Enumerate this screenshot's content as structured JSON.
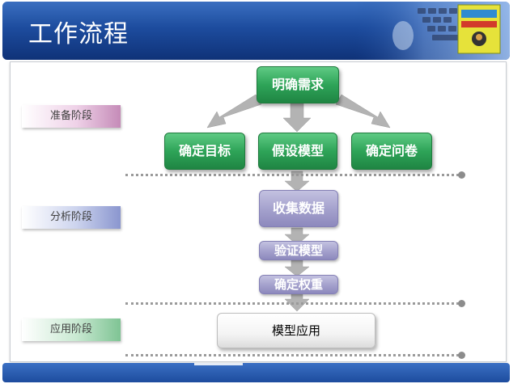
{
  "header": {
    "title": "工作流程"
  },
  "stages": {
    "prep": "准备阶段",
    "analysis": "分析阶段",
    "application": "应用阶段"
  },
  "nodes": {
    "clarify": "明确需求",
    "goal": "确定目标",
    "hypothesis": "假设模型",
    "questionnaire": "确定问卷",
    "collect": "收集数据",
    "verify": "验证模型",
    "weight": "确定权重",
    "apply": "模型应用"
  },
  "colors": {
    "header_blue": "#1d4c9e",
    "node_green": "#2ea458",
    "node_lavender": "#a3a0cc",
    "arrow_gray": "#b3b3b3",
    "dotted_gray": "#9a9a9a"
  },
  "icons": [
    "keyboard-image",
    "book-cover-image"
  ]
}
